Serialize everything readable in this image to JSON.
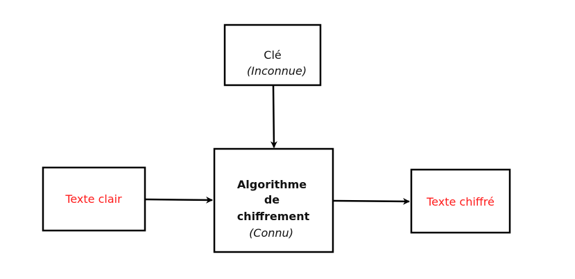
{
  "key_box": {
    "title": "Clé",
    "note": "(Inconnue)"
  },
  "algorithm_box": {
    "line1": "Algorithme",
    "line2": "de",
    "line3": "chiffrement",
    "note": "(Connu)"
  },
  "plaintext_box": {
    "label": "Texte clair"
  },
  "ciphertext_box": {
    "label": "Texte chiffré"
  },
  "colors": {
    "stroke": "#000000",
    "highlight_text": "#ff1a1a",
    "body_text": "#111111"
  }
}
